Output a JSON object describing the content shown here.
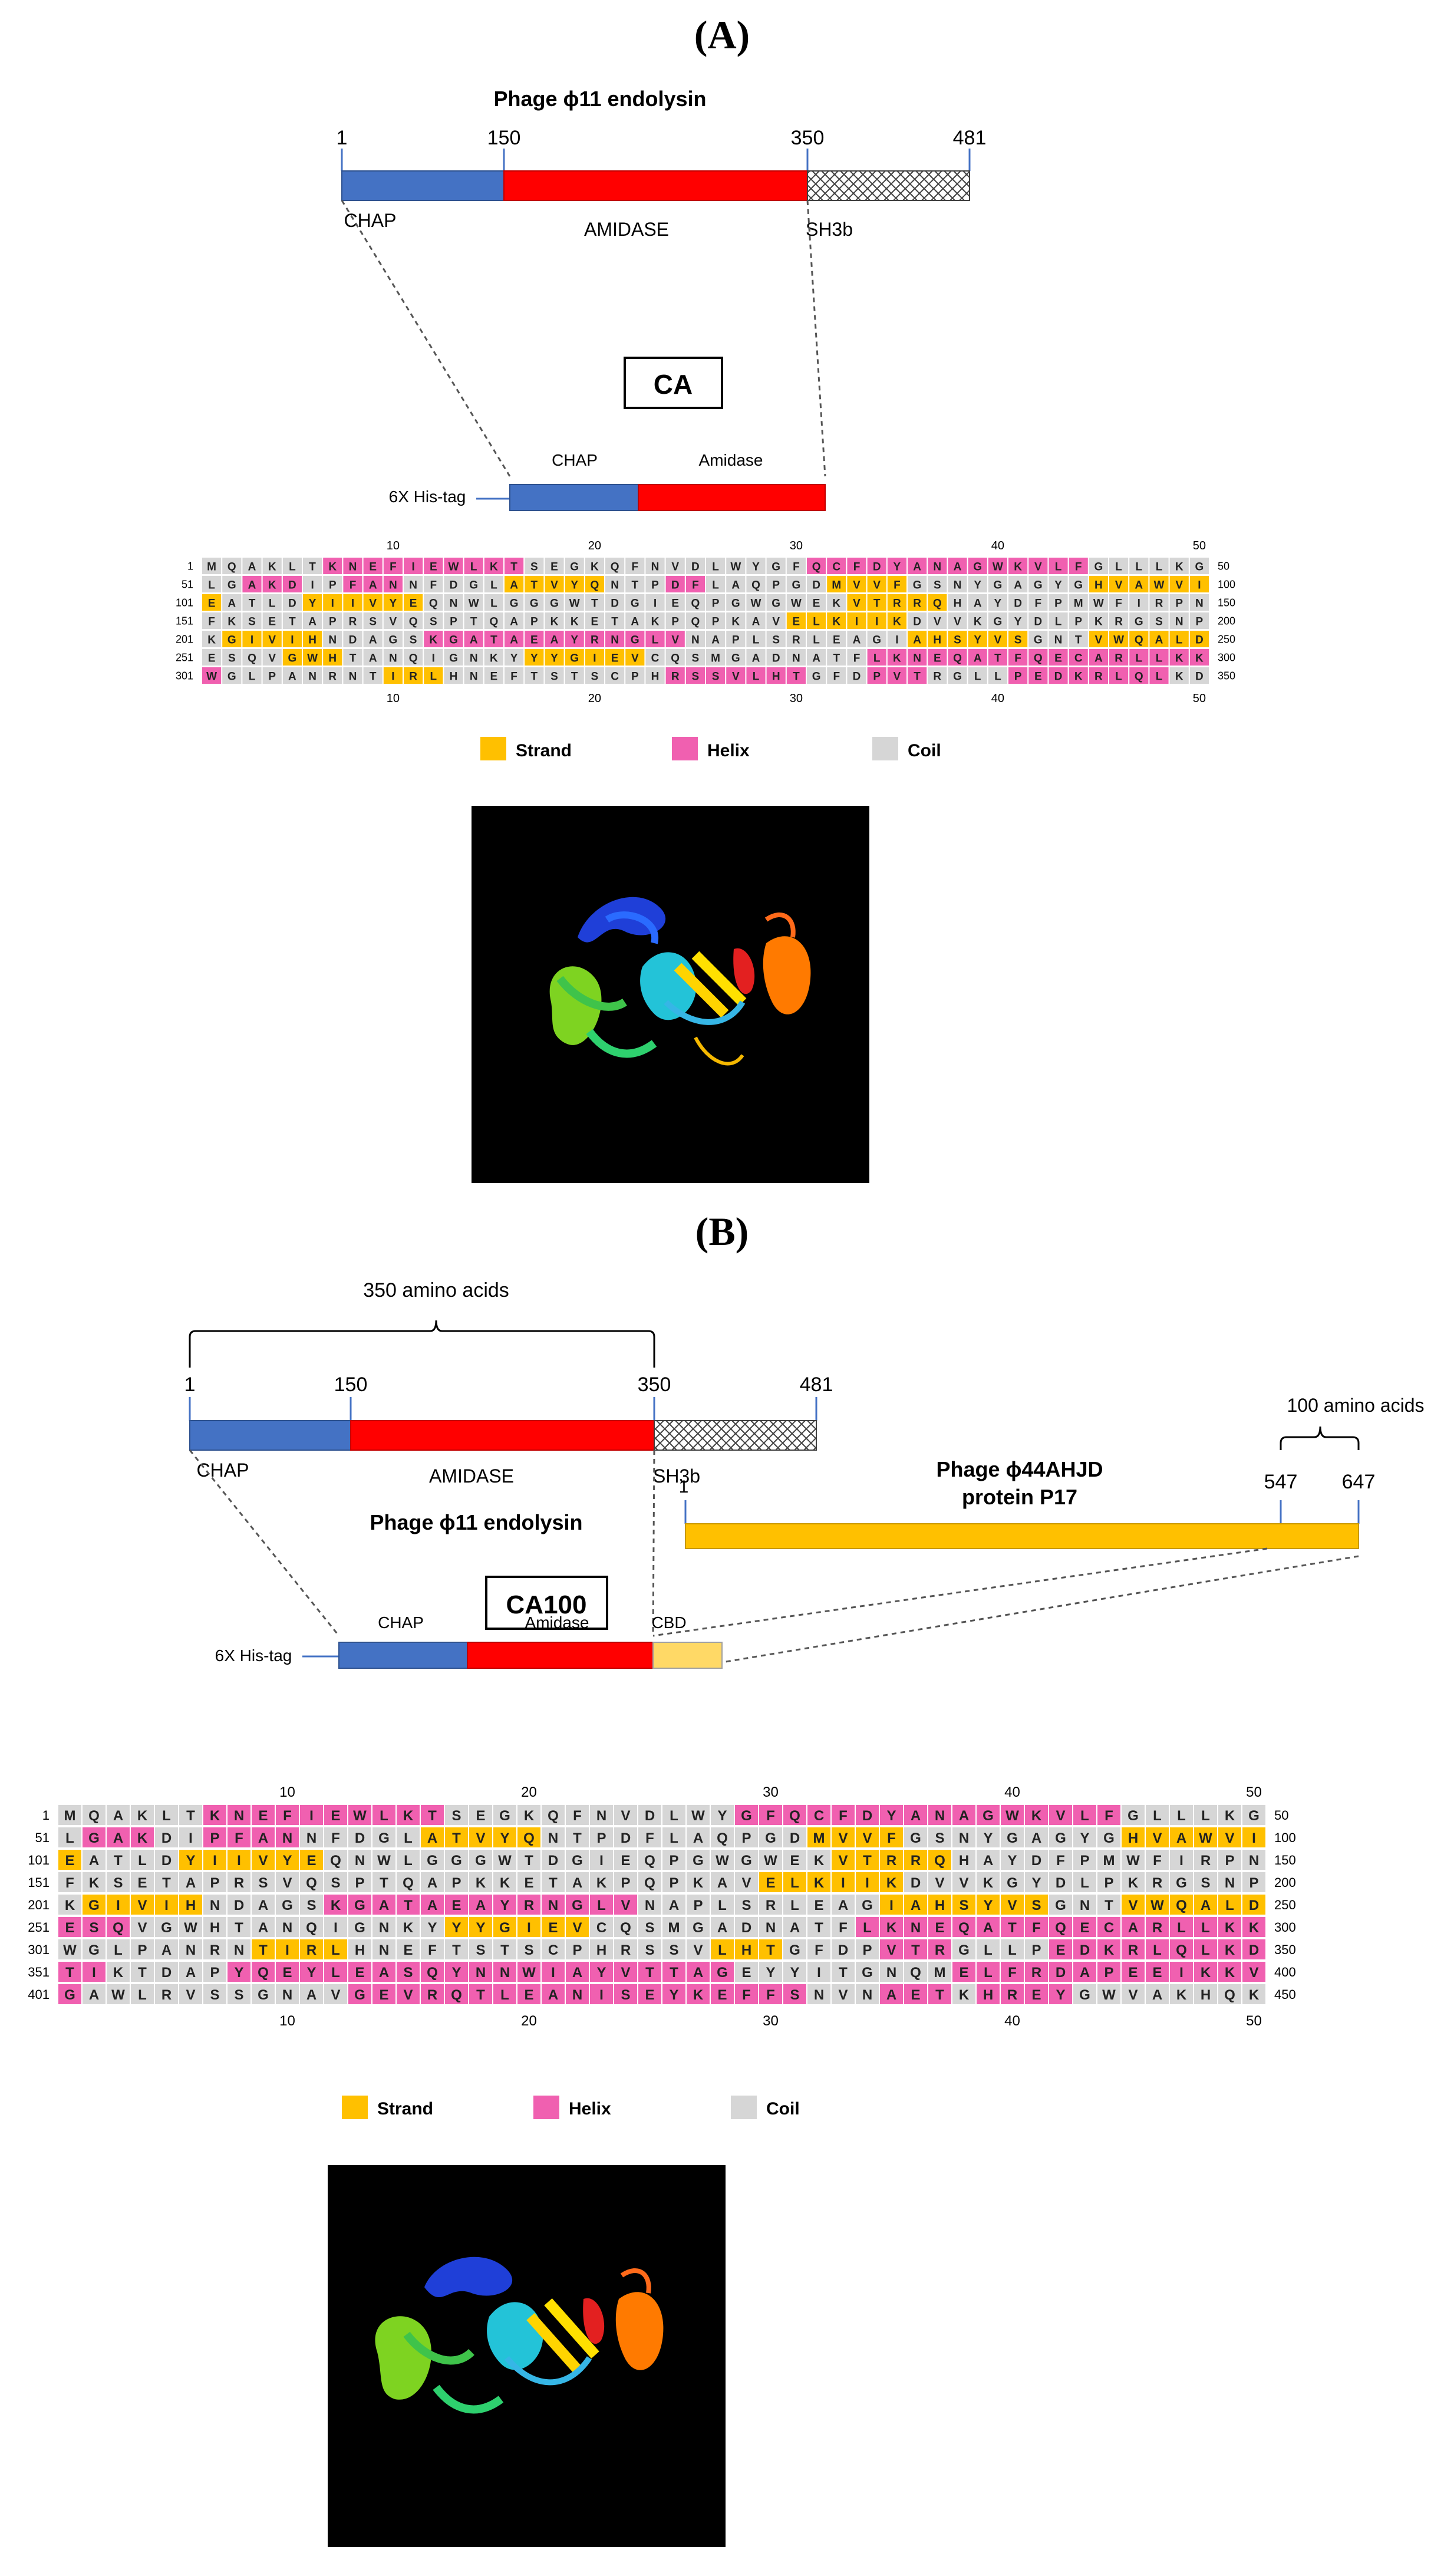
{
  "panels": [
    {
      "label": "(A)",
      "endolysin": {
        "title": "Phage ϕ11 endolysin",
        "positions": [
          "1",
          "150",
          "350",
          "481"
        ],
        "domains": [
          {
            "name": "CHAP",
            "color": "#4472c4"
          },
          {
            "name": "AMIDASE",
            "color": "#ff0000"
          },
          {
            "name": "SH3b",
            "color": "hatched"
          }
        ]
      },
      "construct": {
        "name": "CA",
        "tag": "6X His-tag",
        "domains": [
          "CHAP",
          "Amidase"
        ]
      },
      "ruler": [
        "10",
        "20",
        "30",
        "40",
        "50"
      ],
      "rows": [
        {
          "start": "1",
          "end": "50",
          "seq": "MQAKLTKNEFIEWLKTSEGKQFNVDLWYGFQCFDYANAGWKVLFGLLLKG",
          "ss": "CCCCCCHHHHHHHHHHCCCCCCCCCCCCCCHHHHHHHHHHHHHHCCCCCC"
        },
        {
          "start": "51",
          "end": "100",
          "seq": "LGAKDIPFANNFDGLATVYQNTPDFLAQPGDMVVFGSNYGAGYGHVAWVI",
          "ss": "CCHHHCCHHHCCCCCEEEEECCCHHCCCCCCEEEECCCCCCCCCEEEEEE"
        },
        {
          "start": "101",
          "end": "150",
          "seq": "EATLDYIIVYEQNWLGGGWTDGIEQPGWGWEKVTRRQHAYDFPMWFIRPN",
          "ss": "ECCCCEEEEEECCCCCCCCCCCCCCCCCCCCCEEEEECCCCCCCCCCCCC"
        },
        {
          "start": "151",
          "end": "200",
          "seq": "FKSETAPRSVQSPTQAPKKETAKPQPKAVELKIIKDVVKGYDLPKRGSNP",
          "ss": "CCCCCCCCCCCCCCCCCCCCCCCCCCCCCEEEEEECCCCCCCCCCCCCCC"
        },
        {
          "start": "201",
          "end": "250",
          "seq": "KGIVIHNDAGSKGATAEAYRNGLVNAPLSRLEAGIAHSYVSGNTVWQALD",
          "ss": "CEEEEECCCCCHHHHHHHHHHHHHCCCCCCCCCCCEEEEEECCCEEEEEE"
        },
        {
          "start": "251",
          "end": "300",
          "seq": "ESQVGWHTANQIGNKYYYGIEVCQSMGADNATFLKNEQATFQECARLLKK",
          "ss": "CCCCEEECCCCCCCCCEEEEEECCCCCCCCCCCHHHHHHHHHHHHHHHHH"
        },
        {
          "start": "301",
          "end": "350",
          "seq": "WGLPANRNTIRLHNEFTSTSCPHRSSVLHTGFDPVTRGLLPEDKRLQLKD",
          "ss": "HCCCCCCCCEEECCCCCCCCCCCHHHHHHHCCCHHHCCCCHHHHHHHHCC"
        }
      ],
      "legend": [
        "Strand",
        "Helix",
        "Coil"
      ]
    },
    {
      "label": "(B)",
      "span_label": "350 amino acids",
      "endolysin": {
        "title": "Phage ϕ11 endolysin",
        "positions": [
          "1",
          "150",
          "350",
          "481"
        ],
        "domains": [
          {
            "name": "CHAP",
            "color": "#4472c4"
          },
          {
            "name": "AMIDASE",
            "color": "#ff0000"
          },
          {
            "name": "SH3b",
            "color": "hatched"
          }
        ]
      },
      "p17": {
        "title_line1": "Phage ϕ44AHJD",
        "title_line2": "protein P17",
        "span_label": "100 amino acids",
        "positions": [
          "1",
          "547",
          "647"
        ],
        "color": "#ffc000"
      },
      "construct": {
        "name": "CA100",
        "tag": "6X His-tag",
        "domains": [
          "CHAP",
          "Amidase",
          "CBD"
        ]
      },
      "ruler": [
        "10",
        "20",
        "30",
        "40",
        "50"
      ],
      "rows": [
        {
          "start": "1",
          "end": "50",
          "seq": "MQAKLTKNEFIEWLKTSEGKQFNVDLWYGFQCFDYANAGWKVLFGLLLKG",
          "ss": "CCCCCCHHHHHHHHHHCCCCCCCCCCCCHHHHHHHHHHHHHHHHCCCCCC"
        },
        {
          "start": "51",
          "end": "100",
          "seq": "LGAKDIPFANNFDGLATVYQNTPDFLAQPGDMVVFGSNYGAGYGHVAWVI",
          "ss": "CHHHCCHHHHCCCCCEEEEECCCCCCCCCCCEEEECCCCCCCCCEEEEEE"
        },
        {
          "start": "101",
          "end": "150",
          "seq": "EATLDYIIVYEQNWLGGGWTDGIEQPGWGWEKVTRRQHAYDFPMWFIRPN",
          "ss": "ECCCCEEEEEECCCCCCCCCCCCCCCCCCCCCEEEEECCCCCCCCCCCCC"
        },
        {
          "start": "151",
          "end": "200",
          "seq": "FKSETAPRSVQSPTQAPKKETAKPQPKAVELKIIKDVVKGYDLPKRGSNP",
          "ss": "CCCCCCCCCCCCCCCCCCCCCCCCCCCCCEEEEEECCCCCCCCCCCCCCC"
        },
        {
          "start": "201",
          "end": "250",
          "seq": "KGIVIHNDAGSKGATAEAYRNGLVNAPLSRLEAGIAHSYVSGNTVWQALD",
          "ss": "CEEEEECCCCCHHHHHHHHHHHHHCCCCCCCCCCEEEEEEECCCEEEEEE"
        },
        {
          "start": "251",
          "end": "300",
          "seq": "ESQVGWHTANQIGNKYYYGIEVCQSMGADNATFLKNEQATFQECARLLKK",
          "ss": "HHHCCCCCCCCCCCCCEEEEEECCCCCCCCCCCHHHHHHHHHHHHHHHHH"
        },
        {
          "start": "301",
          "end": "350",
          "seq": "WGLPANRNTIRLHNEFTSTSCPHRSSVLHTGFDPVTRGLLPEDKRLQLKD",
          "ss": "CCCCCCCCEEEECCCCCCCCCCCCCCCEEECCCCHHHCCCCHHHHHHHHH"
        },
        {
          "start": "351",
          "end": "400",
          "seq": "TIKTDAPYQEYLEASQYNNWIAYVTTAGEYYITGNQMELFRDAPEEIKKV",
          "ss": "HHCCCCCHHHHHHHHHHHHHHHHHHHHHCCCCCCCCCHHHHHHHHHHHHH"
        },
        {
          "start": "401",
          "end": "450",
          "seq": "GAWLRVSSGNAVGEVRQTLEANISEYKEFFSNVNAETKHREYGWVAKHQK",
          "ss": "HCCCCCCCCCCCHHHHHHHHHHHHHHHHHHHCCCHHHCHHHHCCCCCCCC"
        }
      ],
      "legend": [
        "Strand",
        "Helix",
        "Coil"
      ]
    }
  ],
  "colors": {
    "strand": "#ffc000",
    "helix": "#f060b0",
    "coil": "#d6d6d6",
    "chap": "#4472c4",
    "amidase": "#ff0000",
    "cbd": "#ffd966",
    "p17": "#ffc000",
    "tag_line": "#4472c4"
  }
}
